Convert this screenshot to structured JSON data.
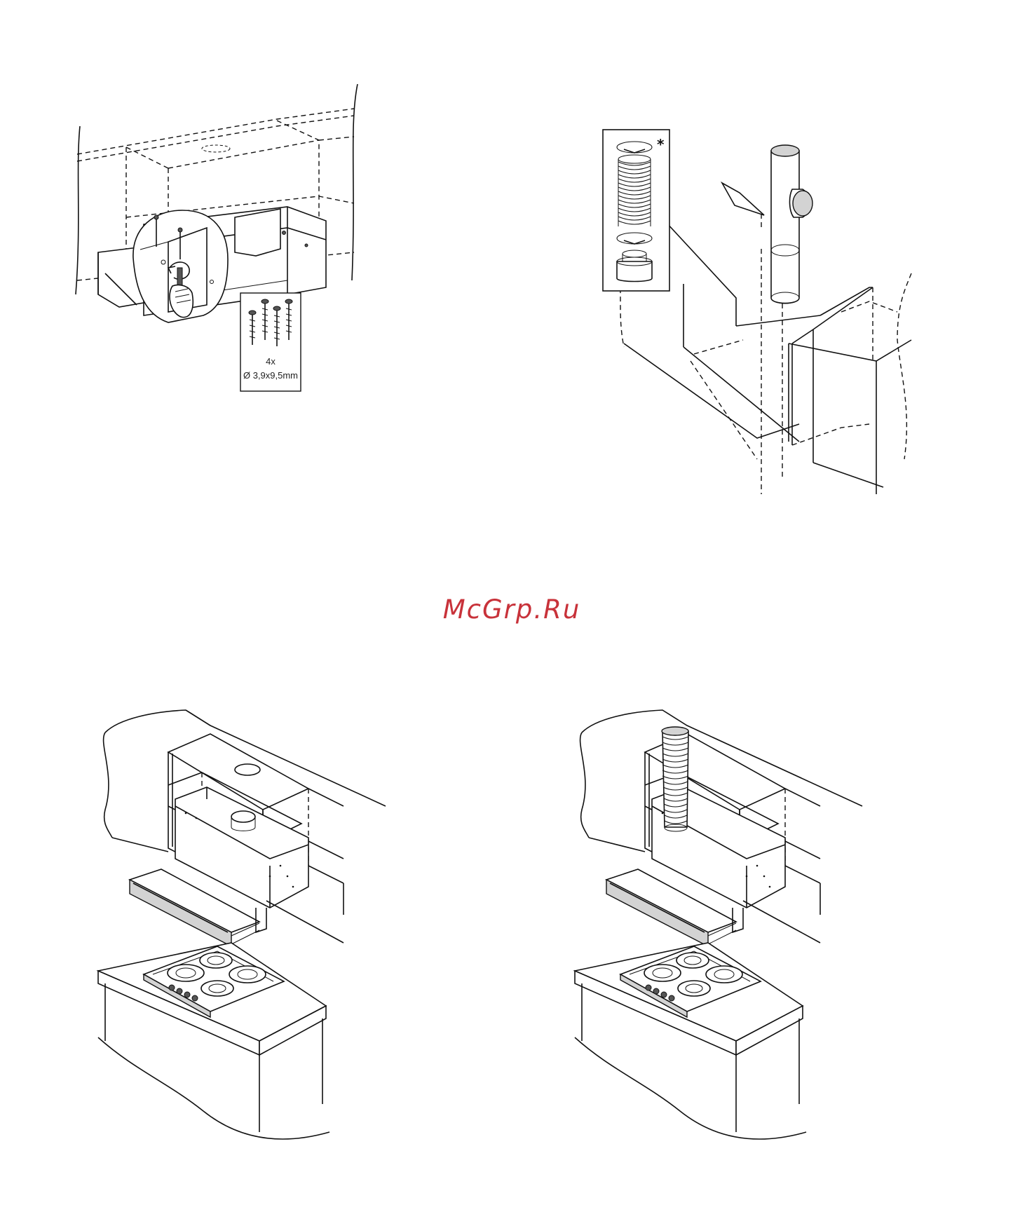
{
  "figures": [
    {
      "id": "fig-1",
      "screw_callout": {
        "quantity": "4x",
        "size": "Ø 3,9x9,5mm",
        "screw_count": 4
      }
    },
    {
      "id": "fig-2",
      "duct_callout": {
        "note_mark": "*"
      }
    },
    {
      "id": "fig-3"
    },
    {
      "id": "fig-4"
    }
  ],
  "watermark": {
    "text": "McGrp.Ru",
    "color": "#c8323a"
  }
}
